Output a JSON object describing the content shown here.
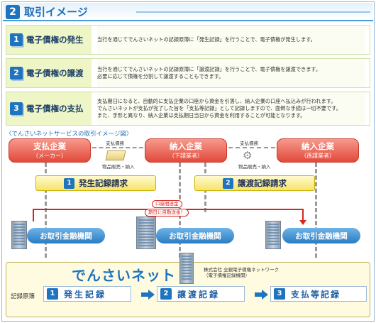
{
  "header": {
    "number": "2",
    "title": "取引イメージ"
  },
  "rows": [
    {
      "icon": "1",
      "label": "電子債権の発生",
      "lines": [
        "当行を通じてでんさいネットの記録原簿に「発生記録」を行うことで、電子債権が発生します。"
      ]
    },
    {
      "icon": "2",
      "label": "電子債権の譲渡",
      "lines": [
        "当行を通じてでんさいネットの記録原簿に「譲渡記録」を行うことで、電子債権を譲渡できます。",
        "必要に応じて債権を分割して譲渡することもできます。"
      ]
    },
    {
      "icon": "3",
      "label": "電子債権の支払",
      "lines": [
        "支払期日になると、自動的に支払企業の口座から資金を引落し、納入企業の口座へ払込みが行われます。",
        "でんさいネットが支払が完了した旨を「支払等記録」として記録しますので、面倒な手続は一切不要です。",
        "また、手形と異なり、納入企業は支払期日当日から資金を利用することが可能となります。"
      ]
    }
  ],
  "diagram": {
    "caption": "〈でんさいネットサービスの取引イメージ図〉",
    "parties": [
      {
        "main": "支払企業",
        "sub": "（メーカー）"
      },
      {
        "main": "納入企業",
        "sub": "（下請業者）"
      },
      {
        "main": "納入企業",
        "sub": "（孫請業者）"
      }
    ],
    "arrow_top_1": "支払債務",
    "arrow_bottom_1": "物品販売・納入",
    "arrow_top_2": "支払債務",
    "arrow_bottom_2": "物品販売・納入",
    "request_1": {
      "icon": "1",
      "label": "発生記録請求"
    },
    "request_2": {
      "icon": "2",
      "label": "譲渡記録請求"
    },
    "red_label_1": "口座間送金",
    "red_label_2": "期日に自動送金！",
    "bank_label": "お取引金融機関",
    "network": {
      "brand": "でんさいネット",
      "company_line1": "株式会社 全銀電子債権ネットワーク",
      "company_line2": "（電子債権記録機関）",
      "register_label": "記録原簿",
      "records": [
        {
          "icon": "1",
          "label": "発生記録"
        },
        {
          "icon": "2",
          "label": "譲渡記録"
        },
        {
          "icon": "3",
          "label": "支払等記録"
        }
      ]
    }
  },
  "colors": {
    "accent_blue": "#1f74c0",
    "party_red": "#e2493a",
    "request_yellow": "#f7e36a",
    "bank_blue": "#2a7cc3",
    "alert_red": "#d8261d"
  }
}
